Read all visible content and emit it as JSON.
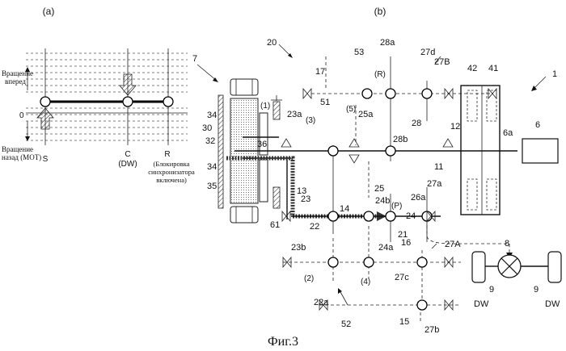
{
  "caption": "Фиг.3",
  "panel_a": {
    "tag": "(a)",
    "forward_line1": "Вращение",
    "forward_line2": "вперед",
    "zero": "0",
    "reverse_line1": "Вращение",
    "reverse_line2": "назад (МОТ)",
    "s": "S",
    "c": "C",
    "dw": "(DW)",
    "r": "R",
    "lock_line1": "(Блокировка",
    "lock_line2": "синхронизатора",
    "lock_line3": "включена)"
  },
  "panel_b": {
    "tag": "(b)",
    "labels": {
      "n1": "1",
      "n6": "6",
      "n6a": "6a",
      "n7": "7",
      "n8": "8",
      "n9a": "9",
      "n9b": "9",
      "n11": "11",
      "n12": "12",
      "n13": "13",
      "n14": "14",
      "n15": "15",
      "n16": "16",
      "n17": "17",
      "n20": "20",
      "n21": "21",
      "n22": "22",
      "n22a": "22a",
      "n23": "23",
      "n23a": "23a",
      "n23b": "23b",
      "n24": "24",
      "n24a": "24a",
      "n24b": "24b",
      "n25": "25",
      "n25a": "25a",
      "n26a": "26a",
      "n27a": "27a",
      "n27A": "27A",
      "n27B": "27B",
      "n27b": "27b",
      "n27c": "27c",
      "n27d": "27d",
      "n28": "28",
      "n28a": "28a",
      "n28b": "28b",
      "n30": "30",
      "n32": "32",
      "n34a": "34",
      "n34b": "34",
      "n35": "35",
      "n36": "36",
      "n41": "41",
      "n42": "42",
      "n51": "51",
      "n52": "52",
      "n53": "53",
      "n61": "61",
      "dwL": "DW",
      "dwR": "DW",
      "g1": "(1)",
      "g2": "(2)",
      "g3": "(3)",
      "g4": "(4)",
      "g5": "(5)",
      "gR": "(R)",
      "gP": "(P)"
    }
  }
}
